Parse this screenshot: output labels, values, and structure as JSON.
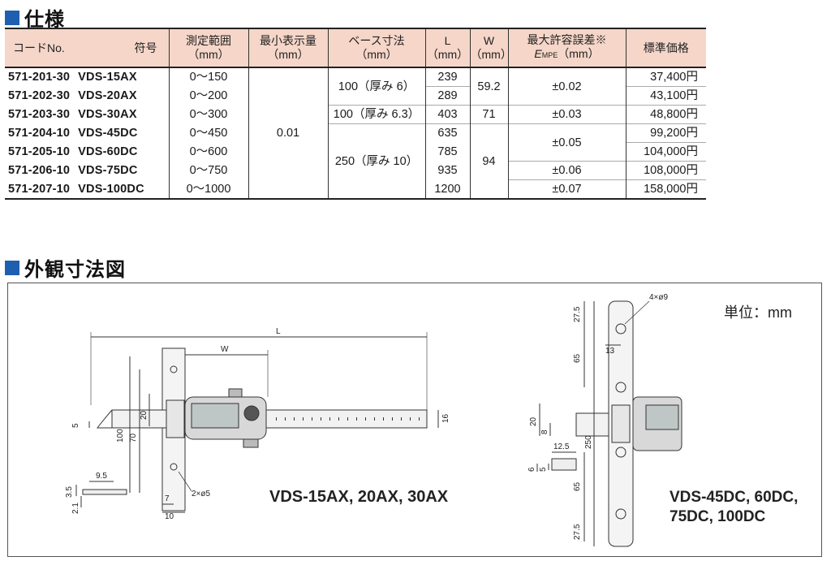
{
  "sections": {
    "spec_title": "仕様",
    "dimension_title": "外観寸法図"
  },
  "table": {
    "headers": {
      "code": "コードNo.",
      "symbol": "符号",
      "range_line1": "測定範囲",
      "range_line2": "（mm）",
      "resolution_line1": "最小表示量",
      "resolution_line2": "（mm）",
      "base_line1": "ベース寸法",
      "base_line2": "（mm）",
      "L_line1": "L",
      "L_line2": "（mm）",
      "W_line1": "W",
      "W_line2": "（mm）",
      "error_line1": "最大許容誤差※",
      "error_line2_a": "E",
      "error_line2_b": "MPE",
      "error_line2_c": "（mm）",
      "price": "標準価格"
    },
    "rows": [
      {
        "code": "571-201-30",
        "symbol": "VDS-15AX",
        "range": "0〜150",
        "L": "239",
        "price": "37,400円"
      },
      {
        "code": "571-202-30",
        "symbol": "VDS-20AX",
        "range": "0〜200",
        "L": "289",
        "price": "43,100円"
      },
      {
        "code": "571-203-30",
        "symbol": "VDS-30AX",
        "range": "0〜300",
        "L": "403",
        "price": "48,800円"
      },
      {
        "code": "571-204-10",
        "symbol": "VDS-45DC",
        "range": "0〜450",
        "L": "635",
        "price": "99,200円"
      },
      {
        "code": "571-205-10",
        "symbol": "VDS-60DC",
        "range": "0〜600",
        "L": "785",
        "price": "104,000円"
      },
      {
        "code": "571-206-10",
        "symbol": "VDS-75DC",
        "range": "0〜750",
        "L": "935",
        "price": "108,000円"
      },
      {
        "code": "571-207-10",
        "symbol": "VDS-100DC",
        "range": "0〜1000",
        "L": "1200",
        "price": "158,000円"
      }
    ],
    "merged": {
      "resolution": "0.01",
      "base_a": "100（厚み 6）",
      "base_b": "100（厚み 6.3）",
      "base_c": "250（厚み 10）",
      "W_a": "59.2",
      "W_b": "71",
      "W_c": "94",
      "err_a": "±0.02",
      "err_b": "±0.03",
      "err_c": "±0.05",
      "err_d": "±0.06",
      "err_e": "±0.07"
    }
  },
  "diagram": {
    "unit_label": "単位：mm",
    "model_small": "VDS-15AX, 20AX, 30AX",
    "model_large_line1": "VDS-45DC, 60DC,",
    "model_large_line2": "75DC, 100DC",
    "left_dims": {
      "L": "L",
      "W": "W",
      "d100": "100",
      "d70": "70",
      "d20": "20",
      "d5": "5",
      "d16": "16",
      "d7": "7",
      "d10": "10",
      "holes": "2×ø5",
      "d9_5": "9.5",
      "d3_5": "3.5",
      "d2_1": "2.1"
    },
    "right_dims": {
      "holes": "4×ø9",
      "d27_5a": "27.5",
      "d65a": "65",
      "d13": "13",
      "d250": "250",
      "d65b": "65",
      "d27_5b": "27.5",
      "d20": "20",
      "d8": "8",
      "d12_5": "12.5",
      "d6": "6",
      "d5": "5"
    }
  }
}
